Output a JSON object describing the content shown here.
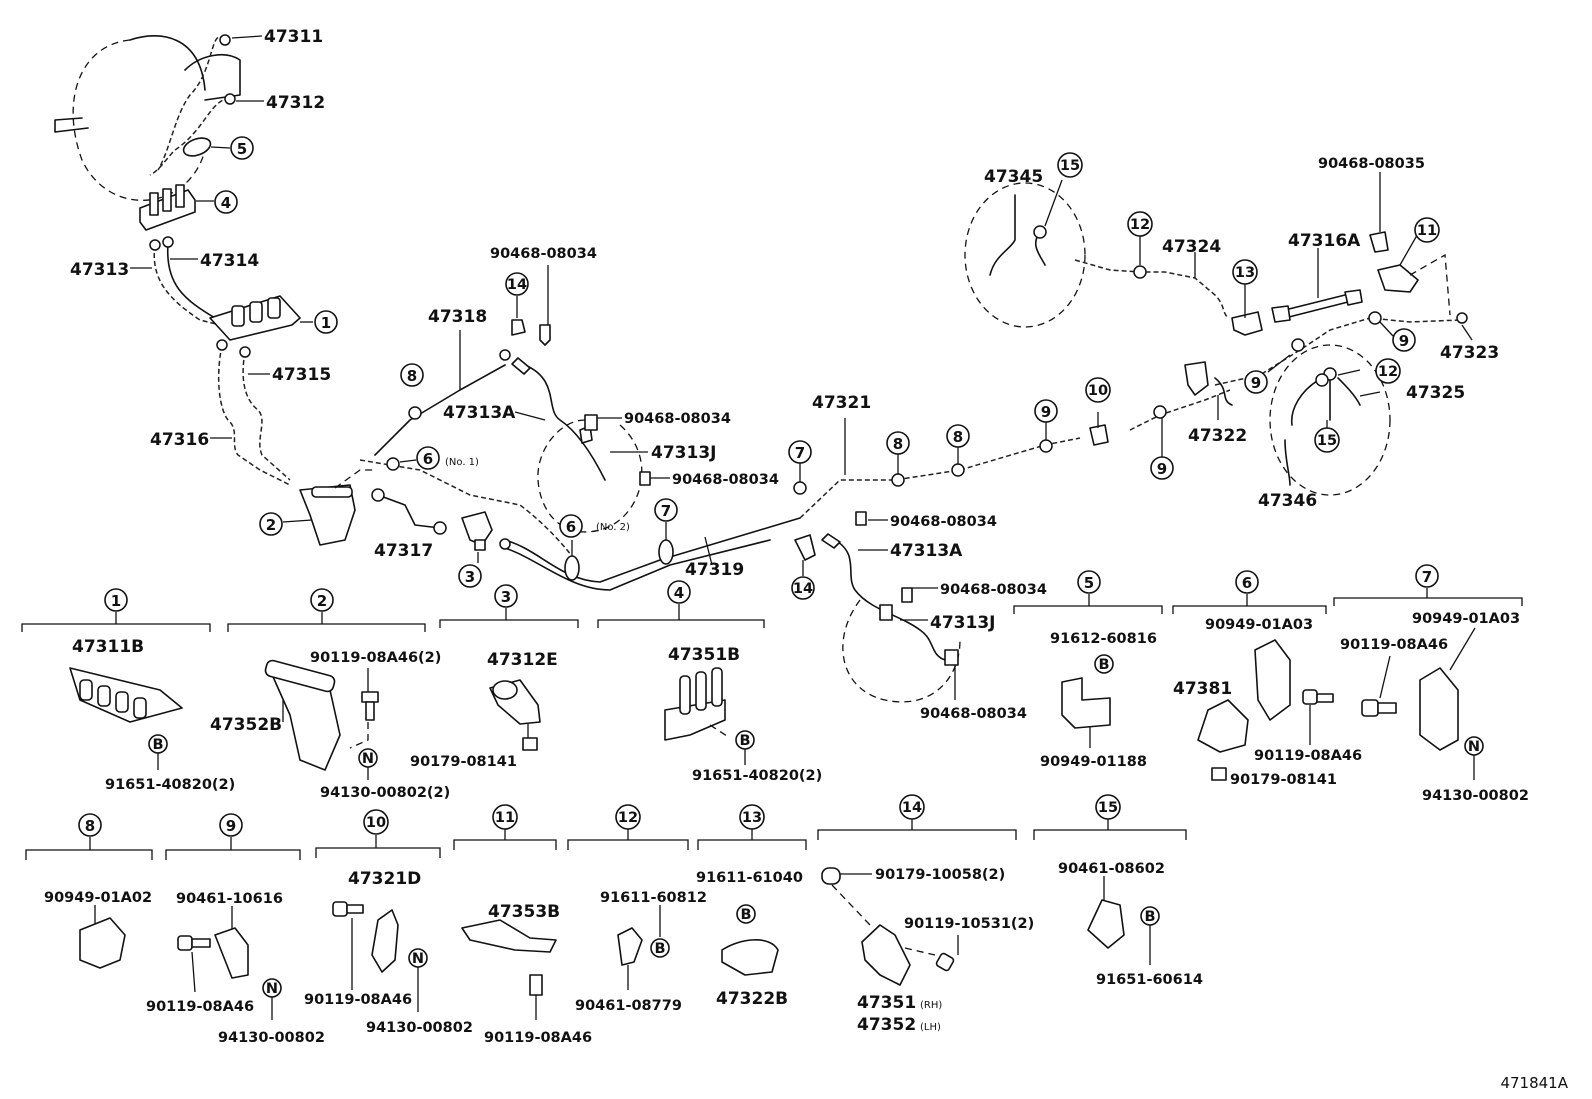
{
  "diagram_code": "471841A",
  "callouts": {
    "c1": "1",
    "c2": "2",
    "c3": "3",
    "c4": "4",
    "c5": "5",
    "c6": "6",
    "c7": "7",
    "c8": "8",
    "c9": "9",
    "c10": "10",
    "c11": "11",
    "c12": "12",
    "c13": "13",
    "c14": "14",
    "c15": "15",
    "mark_b": "B",
    "mark_n": "N"
  },
  "notes": {
    "no1": "(No. 1)",
    "no2": "(No. 2)"
  },
  "parts": {
    "p47311": "47311",
    "p47312": "47312",
    "p47313": "47313",
    "p47314": "47314",
    "p47315": "47315",
    "p47316": "47316",
    "p47317": "47317",
    "p47318": "47318",
    "p47313A": "47313A",
    "p47313J": "47313J",
    "p47319": "47319",
    "p47321": "47321",
    "p47322": "47322",
    "p47323": "47323",
    "p47324": "47324",
    "p47325": "47325",
    "p47345": "47345",
    "p47346": "47346",
    "p47316A": "47316A",
    "p90468_08034": "90468-08034",
    "p90468_08035": "90468-08035"
  },
  "details": {
    "d1": {
      "part": "47311B",
      "bolt": "91651-40820(2)"
    },
    "d2": {
      "part": "47352B",
      "bolt": "90119-08A46(2)",
      "nut": "94130-00802(2)"
    },
    "d3": {
      "part": "47312E",
      "nut": "90179-08141"
    },
    "d4": {
      "part": "47351B",
      "bolt": "91651-40820(2)"
    },
    "d5": {
      "bolt": "91612-60816",
      "clamp": "90949-01188"
    },
    "d6": {
      "clamp": "90949-01A03",
      "part": "47381",
      "bolt": "90119-08A46",
      "nut": "90179-08141"
    },
    "d7": {
      "clamp": "90949-01A03",
      "bolt": "90119-08A46",
      "nut": "94130-00802"
    },
    "d8": {
      "clamp": "90949-01A02"
    },
    "d9": {
      "clamp": "90461-10616",
      "bolt": "90119-08A46",
      "nut": "94130-00802"
    },
    "d10": {
      "part": "47321D",
      "bolt": "90119-08A46",
      "nut": "94130-00802"
    },
    "d11": {
      "part": "47353B",
      "bolt": "90119-08A46"
    },
    "d12": {
      "bolt": "91611-60812",
      "clamp": "90461-08779"
    },
    "d13": {
      "bolt": "91611-61040",
      "part": "47322B"
    },
    "d14": {
      "nut": "90179-10058(2)",
      "bolt": "90119-10531(2)",
      "part_rh": "47351",
      "rh": "(RH)",
      "part_lh": "47352",
      "lh": "(LH)"
    },
    "d15": {
      "clamp": "90461-08602",
      "bolt": "91651-60614"
    }
  }
}
